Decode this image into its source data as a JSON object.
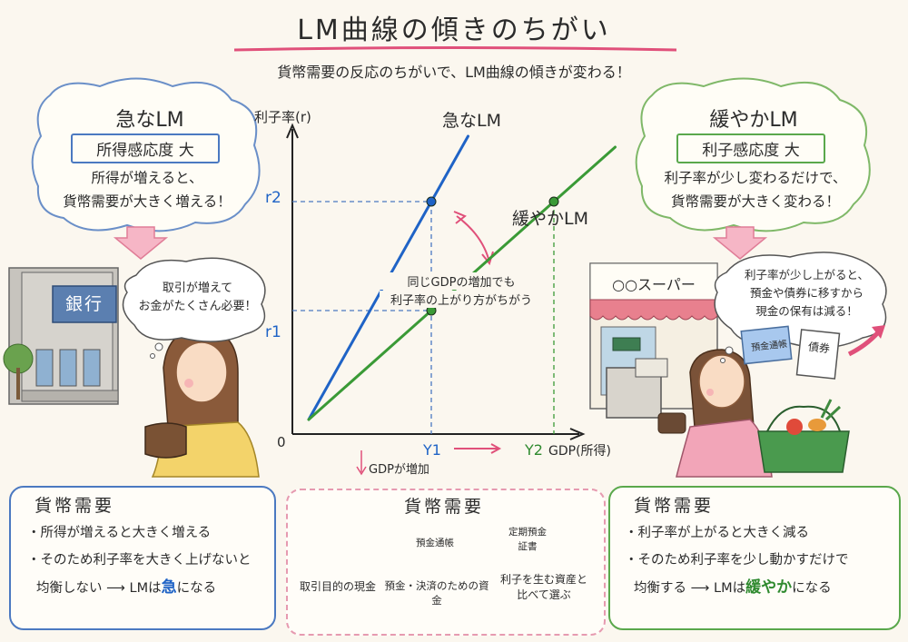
{
  "header": {
    "title": "LM曲線の傾きのちがい",
    "subtitle": "貨幣需要の反応のちがいで、LM曲線の傾きが変わる！"
  },
  "left_cloud": {
    "title": "急なLM",
    "tag": "所得感応度 大",
    "line1": "所得が増えると、",
    "line2": "貨幣需要が大きく増える！"
  },
  "right_cloud": {
    "title": "緩やかLM",
    "tag": "利子感応度 大",
    "line1": "利子率が少し変わるだけで、",
    "line2": "貨幣需要が大きく変わる！"
  },
  "bank": {
    "sign": "銀行",
    "bubble_line1": "取引が増えて",
    "bubble_line2": "お金がたくさん必要！"
  },
  "market": {
    "sign": "○○スーパー",
    "bubble_line1": "利子率が少し上がると、",
    "bubble_line2": "預金や債券に移すから",
    "bubble_line3": "現金の保有は減る！",
    "bankbook": "預金通帳",
    "bond": "債券"
  },
  "chart_data": {
    "type": "line",
    "ylabel": "利子率(r)",
    "xlabel": "GDP(所得)",
    "origin": "0",
    "x_ticks": [
      "Y1",
      "Y2"
    ],
    "y_ticks": [
      "r1",
      "r2"
    ],
    "series": [
      {
        "name": "急なLM",
        "color": "#1f63c6",
        "points": [
          [
            0,
            0
          ],
          [
            1,
            2
          ],
          [
            1.3,
            2.6
          ]
        ]
      },
      {
        "name": "緩やかLM",
        "color": "#3a9a36",
        "points": [
          [
            0,
            0
          ],
          [
            1,
            1
          ],
          [
            2,
            2
          ],
          [
            2.5,
            2.5
          ]
        ]
      }
    ],
    "annotations": {
      "center_line1": "同じGDPの増加でも",
      "center_line2": "利子率の上がり方がちがう",
      "gdp_increase": "GDPが増加"
    }
  },
  "left_box": {
    "title": "貨幣需要",
    "line1": "・所得が増えると大きく増える",
    "line2": "・そのため利子率を大きく上げないと",
    "line3_pre": "均衡しない ⟶ LMは",
    "line3_em": "急",
    "line3_post": "になる"
  },
  "middle_box": {
    "title": "貨幣需要",
    "item1": "取引目的の現金",
    "item2": "預金・決済のための資金",
    "item3_line1": "利子を生む資産と",
    "item3_line2": "比べて選ぶ",
    "bankbook": "預金通帳",
    "cert_line1": "定期預金",
    "cert_line2": "証書"
  },
  "right_box": {
    "title": "貨幣需要",
    "line1": "・利子率が上がると大きく減る",
    "line2": "・そのため利子率を少し動かすだけで",
    "line3_pre": "均衡する ⟶ LMは",
    "line3_em": "緩やか",
    "line3_post": "になる"
  },
  "colors": {
    "steep": "#1f63c6",
    "gentle": "#3a9a36",
    "accent": "#e0507a",
    "arrow": "#f2a0b4"
  }
}
